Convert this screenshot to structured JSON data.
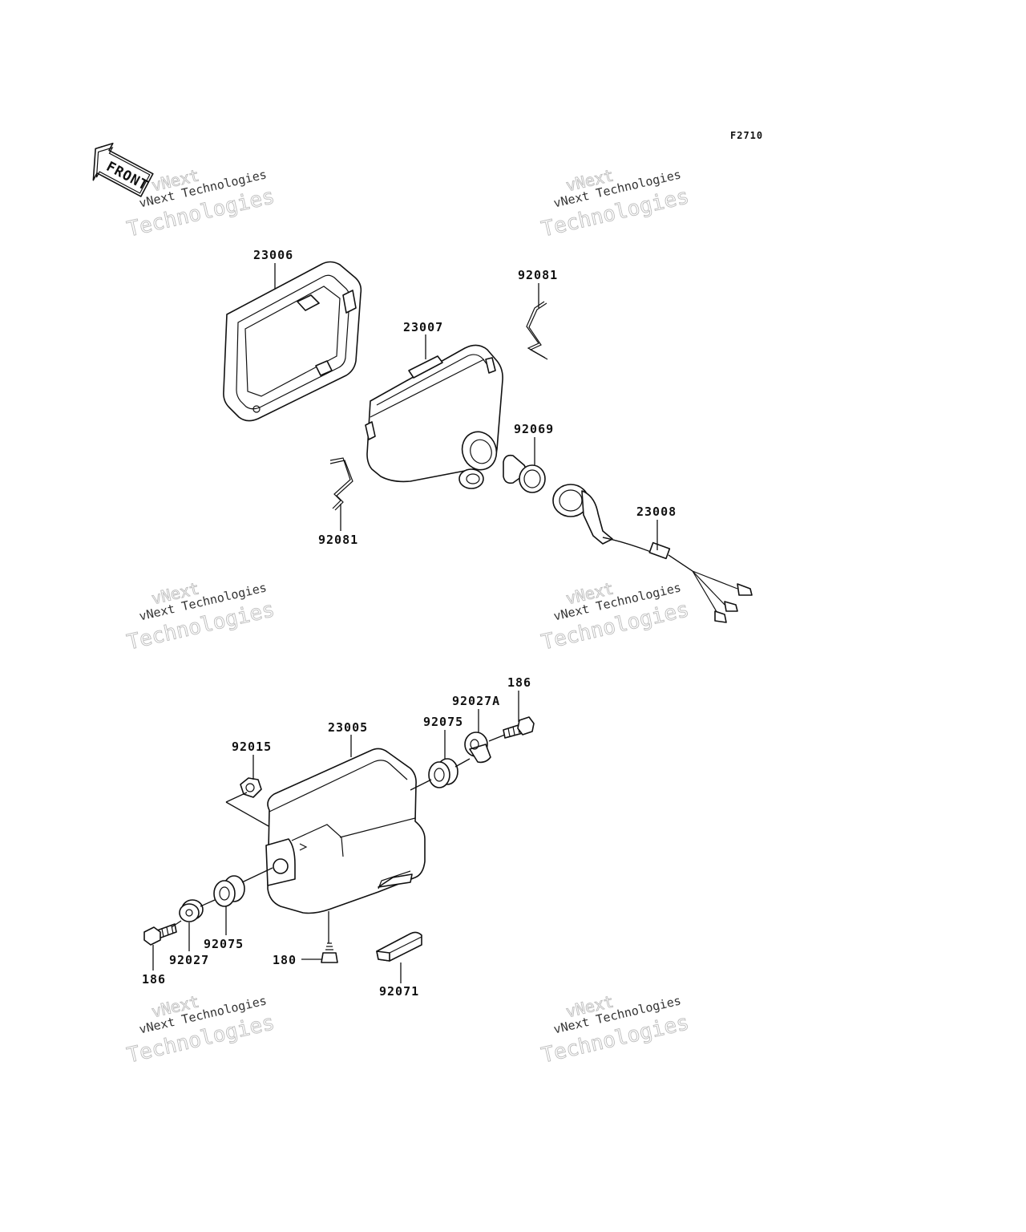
{
  "diagram": {
    "figure_code": "F2710",
    "front_label": "FRONT",
    "watermark": {
      "line1": "vNext",
      "line2": "vNext Technologies",
      "line3": "Technologies"
    },
    "callouts": [
      {
        "id": "c-23006",
        "text": "23006"
      },
      {
        "id": "c-23007",
        "text": "23007"
      },
      {
        "id": "c-92081-top",
        "text": "92081"
      },
      {
        "id": "c-92069",
        "text": "92069"
      },
      {
        "id": "c-23008",
        "text": "23008"
      },
      {
        "id": "c-92081-bottom",
        "text": "92081"
      },
      {
        "id": "c-186-top",
        "text": "186"
      },
      {
        "id": "c-92027A",
        "text": "92027A"
      },
      {
        "id": "c-92075-top",
        "text": "92075"
      },
      {
        "id": "c-23005",
        "text": "23005"
      },
      {
        "id": "c-92015",
        "text": "92015"
      },
      {
        "id": "c-92075-bottom",
        "text": "92075"
      },
      {
        "id": "c-92027",
        "text": "92027"
      },
      {
        "id": "c-186-bottom",
        "text": "186"
      },
      {
        "id": "c-180",
        "text": "180"
      },
      {
        "id": "c-92071",
        "text": "92071"
      }
    ]
  }
}
